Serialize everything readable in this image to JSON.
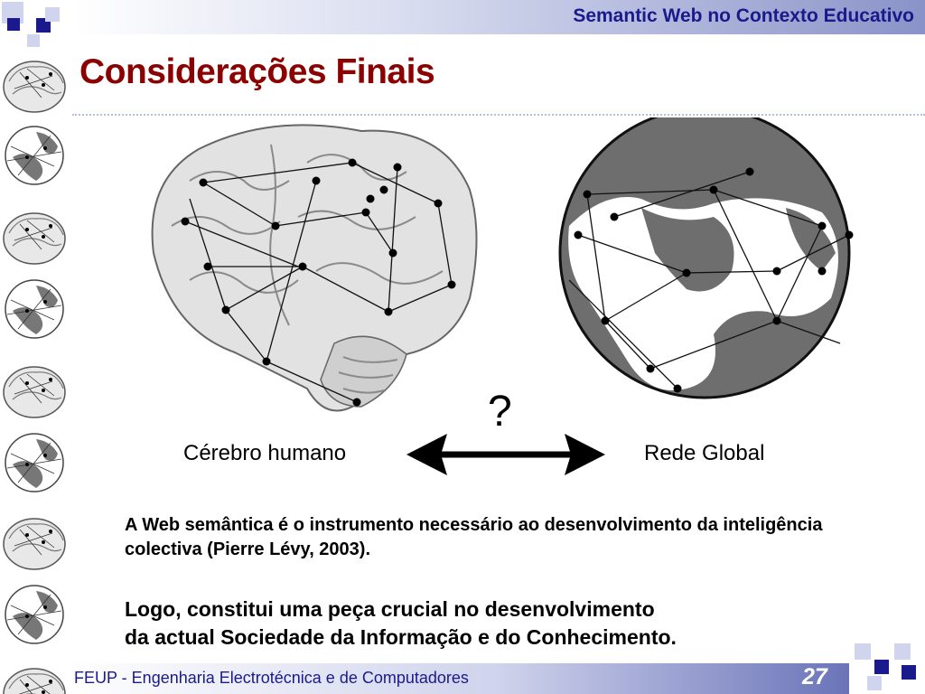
{
  "header": {
    "title": "Semantic Web no Contexto Educativo"
  },
  "slide": {
    "title": "Considerações Finais"
  },
  "illustration": {
    "brain_label": "Cérebro humano",
    "globe_label": "Rede Global",
    "question_mark": "?"
  },
  "body": {
    "paragraph1": "A Web semântica é o instrumento necessário ao desenvolvimento da inteligência colectiva (Pierre Lévy, 2003).",
    "paragraph2_line1": "Logo, constitui uma peça crucial no desenvolvimento",
    "paragraph2_line2": "da actual Sociedade da Informação e do Conhecimento."
  },
  "footer": {
    "text": "FEUP - Engenharia Electrotécnica e de Computadores",
    "page_number": "27"
  },
  "colors": {
    "title": "#8b0000",
    "header_text": "#1a1a8c",
    "accent": "#6a74b8"
  }
}
